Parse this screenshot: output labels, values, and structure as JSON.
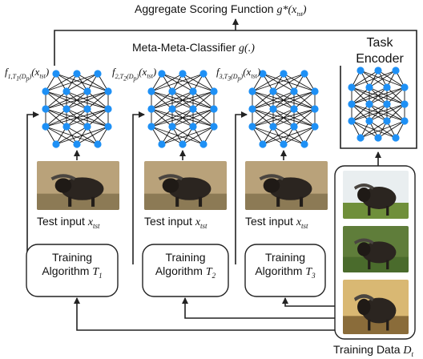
{
  "labels": {
    "aggregate_function": "Aggregate Scoring Function",
    "aggregate_symbol": "g*(x",
    "aggregate_sub": "tst",
    "meta_classifier": "Meta-Meta-Classifier",
    "meta_symbol": "g(.)",
    "task_encoder_line1": "Task",
    "task_encoder_line2": "Encoder",
    "training_data": "Training Data",
    "training_data_symbol": "D",
    "training_data_sub": "t"
  },
  "classifier_outputs": [
    {
      "prefix": "f",
      "sub": "1,T",
      "subsub": "1",
      "dp": "(D",
      "dpsub": "p",
      "arg": ")(x",
      "argsub": "tst"
    },
    {
      "prefix": "f",
      "sub": "2,T",
      "subsub": "2",
      "dp": "(D",
      "dpsub": "p",
      "arg": ")(x",
      "argsub": "tst"
    },
    {
      "prefix": "f",
      "sub": "3,T",
      "subsub": "3",
      "dp": "(D",
      "dpsub": "p",
      "arg": ")(x",
      "argsub": "tst"
    }
  ],
  "test_inputs": [
    {
      "label": "Test input",
      "symbol": "x",
      "sub": "tst"
    },
    {
      "label": "Test input",
      "symbol": "x",
      "sub": "tst"
    },
    {
      "label": "Test input",
      "symbol": "x",
      "sub": "tst"
    }
  ],
  "algorithms": [
    {
      "line1": "Training",
      "line2": "Algorithm",
      "symbol": "T",
      "sub": "1"
    },
    {
      "line1": "Training",
      "line2": "Algorithm",
      "symbol": "T",
      "sub": "2"
    },
    {
      "line1": "Training",
      "line2": "Algorithm",
      "symbol": "T",
      "sub": "3"
    }
  ],
  "colors": {
    "node": "#1e90f5",
    "line": "#222222",
    "box_border": "#222222"
  },
  "icons": [
    "buffalo-photo",
    "neural-network-icon",
    "arrow"
  ]
}
